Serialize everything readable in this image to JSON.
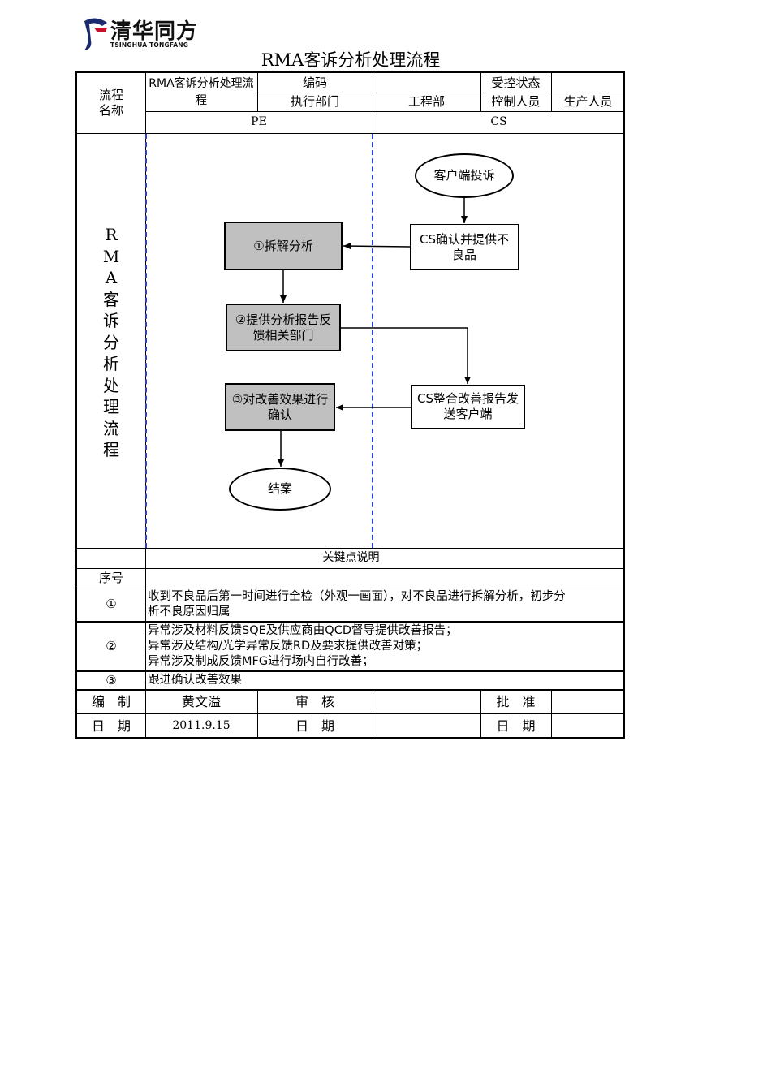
{
  "logo": {
    "name_cn": "清华同方",
    "name_en": "TSINGHUA TONGFANG"
  },
  "title": "RMA客诉分析处理流程",
  "header": {
    "process_name_label": "流程\n名称",
    "process_name_value": "RMA客诉分析处理流程",
    "code_label": "编码",
    "code_value": "",
    "control_status_label": "受控状态",
    "control_status_value": "",
    "exec_dept_label": "执行部门",
    "exec_dept_value": "工程部",
    "controller_label": "控制人员",
    "controller_value": "生产人员"
  },
  "lanes": {
    "left": "PE",
    "right": "CS"
  },
  "flow_label": "RMA客诉分析处理流程",
  "flow_label_chars": [
    "R",
    "M",
    "A",
    "客",
    "诉",
    "分",
    "析",
    "处",
    "理",
    "流",
    "程"
  ],
  "nodes": {
    "start": "客户端投诉",
    "cs_confirm": "CS确认并提供不良品",
    "disassemble": "①拆解分析",
    "report": "②提供分析报告反馈相关部门",
    "cs_integrate": "CS整合改善报告发送客户端",
    "verify": "③对改善效果进行确认",
    "end": "结案"
  },
  "key_points": {
    "title": "关键点说明",
    "seq_label": "序号",
    "items": [
      {
        "seq": "①",
        "lines": [
          "收到不良品后第一时间进行全检（外观一画面），对不良品进行拆解分析，初步分",
          "析不良原因归属"
        ]
      },
      {
        "seq": "②",
        "lines": [
          "异常涉及材料反馈SQE及供应商由QCD督导提供改善报告；",
          "异常涉及结构/光学异常反馈RD及要求提供改善对策；",
          "异常涉及制成反馈MFG进行场内自行改善；"
        ]
      },
      {
        "seq": "③",
        "lines": [
          "跟进确认改善效果"
        ]
      }
    ]
  },
  "footer": {
    "prepared_label": "编　制",
    "prepared_value": "黄文溢",
    "review_label": "审　核",
    "review_value": "",
    "approve_label": "批　准",
    "approve_value": "",
    "date_label": "日　期",
    "date_value": "2011.9.15",
    "review_date_label": "日　期",
    "review_date_value": "",
    "approve_date_label": "日　期",
    "approve_date_value": ""
  },
  "colors": {
    "lane_divider": "#2a3fd8",
    "process_fill": "#c0c0c0"
  }
}
